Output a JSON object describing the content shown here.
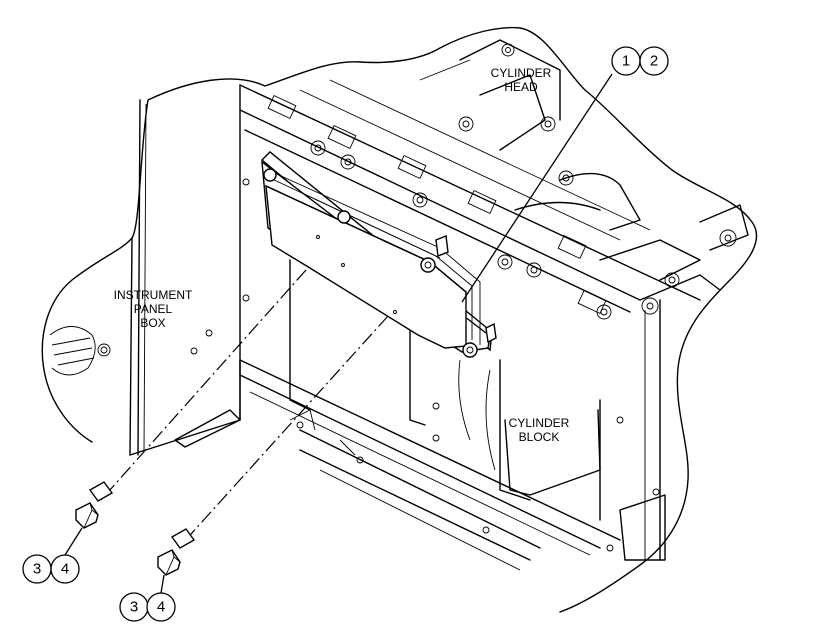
{
  "labels": {
    "cylinder_head_1": "CYLINDER",
    "cylinder_head_2": "HEAD",
    "instrument_1": "INSTRUMENT",
    "instrument_2": "PANEL",
    "instrument_3": "BOX",
    "cylinder_block_1": "CYLINDER",
    "cylinder_block_2": "BLOCK"
  },
  "callouts": {
    "top": [
      "1",
      "2"
    ],
    "bolt_left": [
      "3",
      "4"
    ],
    "bolt_right": [
      "3",
      "4"
    ]
  }
}
